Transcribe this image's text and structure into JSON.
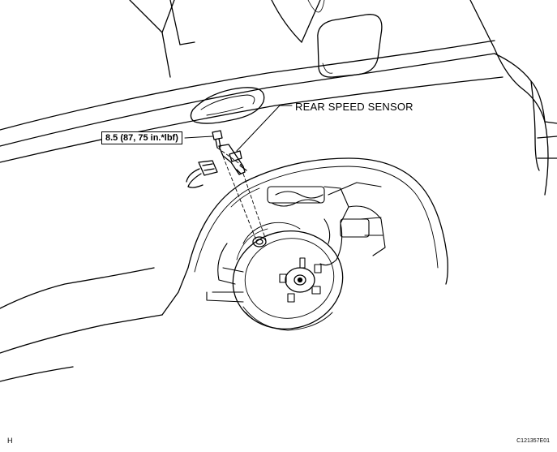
{
  "labels": {
    "sensor": "REAR SPEED SENSOR",
    "torque": "8.5 (87, 75 in.*lbf)",
    "corner_letter": "H",
    "figure_id": "C121357E01"
  },
  "colors": {
    "line": "#000000",
    "background": "#ffffff",
    "shade": "#d9d9d9"
  }
}
